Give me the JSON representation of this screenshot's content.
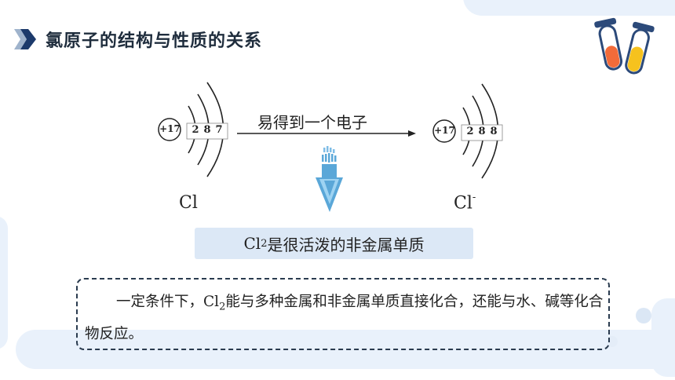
{
  "title": "氯原子的结构与性质的关系",
  "atom": {
    "nucleus": "+17",
    "shells": [
      "2",
      "8",
      "7"
    ],
    "label": "Cl"
  },
  "ion": {
    "nucleus": "+17",
    "shells": [
      "2",
      "8",
      "8"
    ],
    "label": "Cl",
    "charge": "-"
  },
  "reaction_text": "易得到一个电子",
  "conclusion": {
    "prefix": "Cl",
    "subscript": "2",
    "suffix": "是很活泼的非金属单质"
  },
  "note": {
    "part1": "一定条件下，",
    "symbol": "Cl",
    "subscript": "2",
    "part2": "能与多种金属和非金属单质直接化合，还能与水、碱等化合物反应。"
  },
  "colors": {
    "title_text": "#1f2d3d",
    "accent_blue": "#1c3a6b",
    "box_fill": "#dce8f6",
    "down_arrow": "#5aa7d8"
  }
}
